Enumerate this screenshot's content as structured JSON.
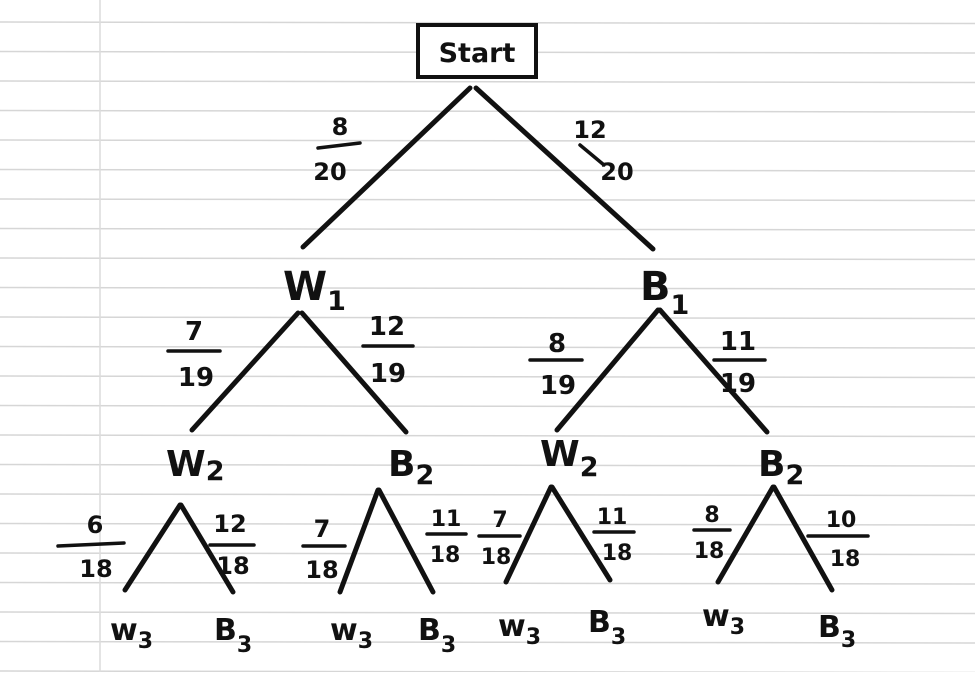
{
  "root": {
    "label": "Start"
  },
  "level1": [
    {
      "label": "W",
      "sub": "1",
      "prob": {
        "num": "8",
        "den": "20"
      }
    },
    {
      "label": "B",
      "sub": "1",
      "prob": {
        "num": "12",
        "den": "20"
      }
    }
  ],
  "level2": [
    {
      "label": "W",
      "sub": "2",
      "prob": {
        "num": "7",
        "den": "19"
      }
    },
    {
      "label": "B",
      "sub": "2",
      "prob": {
        "num": "12",
        "den": "19"
      }
    },
    {
      "label": "W",
      "sub": "2",
      "prob": {
        "num": "8",
        "den": "19"
      }
    },
    {
      "label": "B",
      "sub": "2",
      "prob": {
        "num": "11",
        "den": "19"
      }
    }
  ],
  "level3": [
    {
      "label": "w",
      "sub": "3",
      "prob": {
        "num": "6",
        "den": "18"
      }
    },
    {
      "label": "B",
      "sub": "3",
      "prob": {
        "num": "12",
        "den": "18"
      }
    },
    {
      "label": "w",
      "sub": "3",
      "prob": {
        "num": "7",
        "den": "18"
      }
    },
    {
      "label": "B",
      "sub": "3",
      "prob": {
        "num": "11",
        "den": "18"
      }
    },
    {
      "label": "w",
      "sub": "3",
      "prob": {
        "num": "7",
        "den": "18"
      }
    },
    {
      "label": "B",
      "sub": "3",
      "prob": {
        "num": "11",
        "den": "18"
      }
    },
    {
      "label": "w",
      "sub": "3",
      "prob": {
        "num": "8",
        "den": "18"
      }
    },
    {
      "label": "B",
      "sub": "3",
      "prob": {
        "num": "10",
        "den": "18"
      }
    }
  ]
}
